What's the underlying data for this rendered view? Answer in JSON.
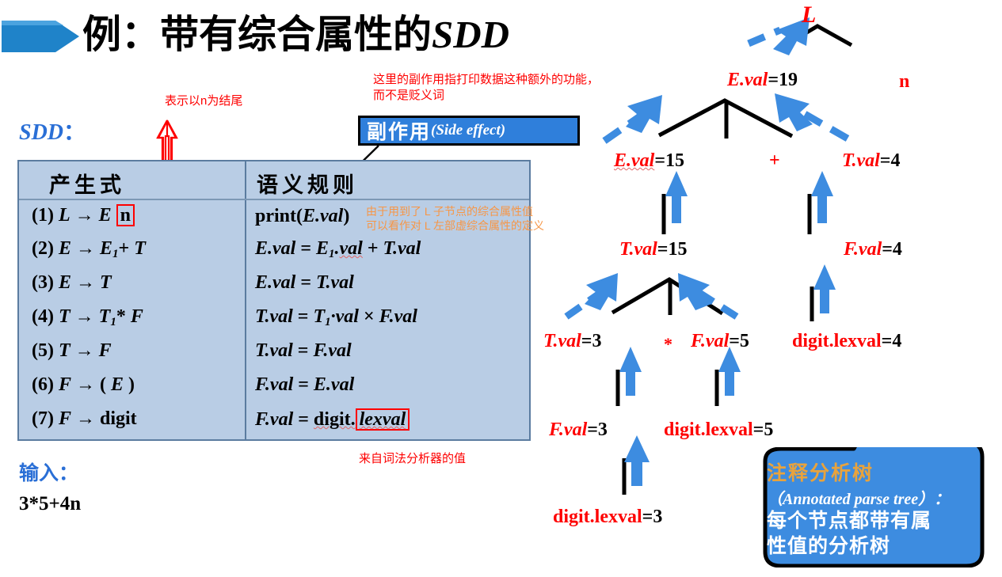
{
  "title": {
    "cn": "例：带有综合属性的",
    "en": "SDD"
  },
  "labels": {
    "sdd": "SDD",
    "sdd_colon": "：",
    "input_label": "输入：",
    "input_value": "3*5+4n"
  },
  "notes": {
    "n_suffix": "表示以n为结尾",
    "side_effect_meaning": "这里的副作用指打印数据这种额外的功能，\n而不是贬义词",
    "synthesized_attr": "由于用到了 L 子节点的综合属性值\n可以看作对 L 左部虚综合属性的定义",
    "from_lexer": "来自词法分析器的值"
  },
  "side_effect_box": {
    "cn": "副作用",
    "en": "(Side effect)"
  },
  "table": {
    "headers": [
      "产生式",
      "语义规则"
    ],
    "rows": [
      {
        "no": "(1)",
        "lhs": "L",
        "rhs_parts": [
          "E"
        ],
        "boxed": "n",
        "prod_plain": "(1) L → E n",
        "rule_plain": "print(E.val)"
      },
      {
        "no": "(2)",
        "prod_plain": "(2) E → E₁+ T",
        "rule_plain": "E.val = E₁.val + T.val"
      },
      {
        "no": "(3)",
        "prod_plain": "(3) E → T",
        "rule_plain": "E.val = T.val"
      },
      {
        "no": "(4)",
        "prod_plain": "(4) T → T₁* F",
        "rule_plain": "T.val = T₁·val × F.val"
      },
      {
        "no": "(5)",
        "prod_plain": "(5) T → F",
        "rule_plain": "T.val = F.val"
      },
      {
        "no": "(6)",
        "prod_plain": "(6) F → ( E )",
        "rule_plain": "F.val = E.val"
      },
      {
        "no": "(7)",
        "prod_plain": "(7) F → digit",
        "rule_plain": "F.val = digit.lexval"
      }
    ]
  },
  "tree": {
    "nodes": [
      {
        "id": "L",
        "label": "L",
        "value": ""
      },
      {
        "id": "E19",
        "label": "E.val",
        "value": "=19"
      },
      {
        "id": "n",
        "label": "n",
        "value": ""
      },
      {
        "id": "E15",
        "label": "E.val",
        "value": "=15"
      },
      {
        "id": "plus",
        "label": "+",
        "value": ""
      },
      {
        "id": "T4",
        "label": "T.val",
        "value": "=4"
      },
      {
        "id": "T15",
        "label": "T.val",
        "value": "=15"
      },
      {
        "id": "F4",
        "label": "F.val",
        "value": "=4"
      },
      {
        "id": "T3",
        "label": "T.val",
        "value": "=3"
      },
      {
        "id": "star",
        "label": "*",
        "value": ""
      },
      {
        "id": "F5",
        "label": "F.val",
        "value": "=5"
      },
      {
        "id": "digit4",
        "label": "digit.lexval",
        "value": "=4"
      },
      {
        "id": "F3",
        "label": "F.val",
        "value": "=3"
      },
      {
        "id": "digit5",
        "label": "digit.lexval",
        "value": "=5"
      },
      {
        "id": "digit3",
        "label": "digit.lexval",
        "value": "=3"
      }
    ]
  },
  "callout": {
    "title": "注释分析树",
    "en": "（Annotated parse tree）：",
    "body": "每个节点都带有属\n性值的分析树"
  },
  "colors": {
    "accent_blue": "#2f7fdb",
    "table_fill": "#b9cde5",
    "red": "#fe0000",
    "orange": "#f79646",
    "arrow_blue": "#3d8ce0",
    "callout_title": "#e8a33d"
  }
}
